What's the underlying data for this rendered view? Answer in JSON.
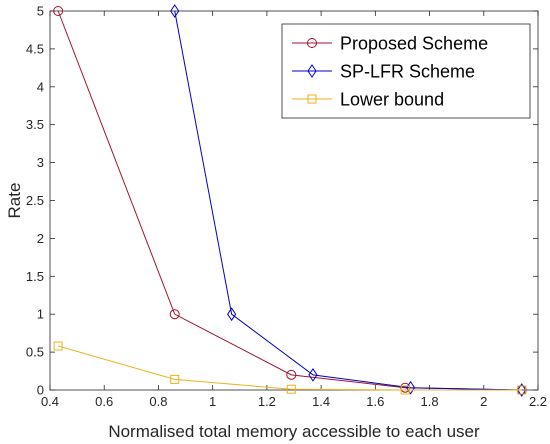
{
  "chart_data": {
    "type": "line",
    "title": "",
    "xlabel": "Normalised total memory accessible to each user",
    "ylabel": "Rate",
    "xlim": [
      0.4,
      2.2
    ],
    "ylim": [
      0,
      5
    ],
    "xticks": [
      0.4,
      0.6,
      0.8,
      1,
      1.2,
      1.4,
      1.6,
      1.8,
      2,
      2.2
    ],
    "yticks": [
      0,
      0.5,
      1,
      1.5,
      2,
      2.5,
      3,
      3.5,
      4,
      4.5,
      5
    ],
    "xtick_labels": [
      "0.4",
      "0.6",
      "0.8",
      "1",
      "1.2",
      "1.4",
      "1.6",
      "1.8",
      "2",
      "2.2"
    ],
    "ytick_labels": [
      "0",
      "0.5",
      "1",
      "1.5",
      "2",
      "2.5",
      "3",
      "3.5",
      "4",
      "4.5",
      "5"
    ],
    "grid": false,
    "legend_position": "top-right",
    "series": [
      {
        "name": "Proposed Scheme",
        "color": "#A2142F",
        "marker": "circle",
        "x": [
          0.43,
          0.86,
          1.29,
          1.71,
          2.14
        ],
        "y": [
          5,
          1,
          0.2,
          0.03,
          0
        ]
      },
      {
        "name": "SP-LFR Scheme",
        "color": "#0000C8",
        "marker": "diamond",
        "x": [
          0.86,
          1.07,
          1.37,
          1.73,
          2.14
        ],
        "y": [
          5,
          1,
          0.2,
          0.03,
          0
        ]
      },
      {
        "name": "Lower bound",
        "color": "#EDB120",
        "marker": "square",
        "x": [
          0.43,
          0.86,
          1.29,
          1.71,
          2.14
        ],
        "y": [
          0.58,
          0.14,
          0.01,
          0,
          0
        ]
      }
    ]
  }
}
